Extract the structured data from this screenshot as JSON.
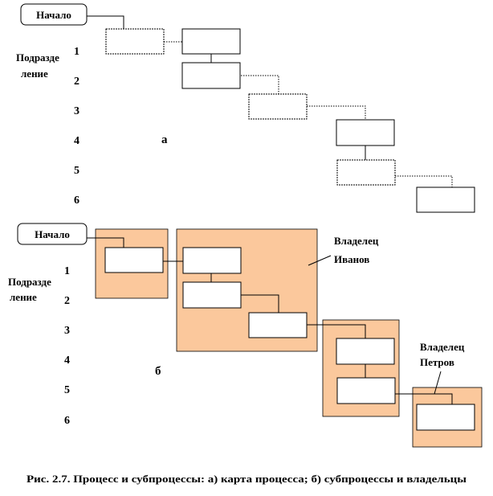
{
  "start_label": "Начало",
  "dept_label_line1": "Подразде",
  "dept_label_line2": "ление",
  "rows": [
    "1",
    "2",
    "3",
    "4",
    "5",
    "6"
  ],
  "part_a": "а",
  "part_b": "б",
  "owner1_line1": "Владелец",
  "owner1_line2": "Иванов",
  "owner2_line1": "Владелец",
  "owner2_line2": "Петров",
  "caption": "Рис. 2.7. Процесс и субпроцессы: а) карта процесса; б) субпроцессы и владельцы",
  "colors": {
    "subprocess_fill": "#fbc89c",
    "line": "#000000"
  }
}
